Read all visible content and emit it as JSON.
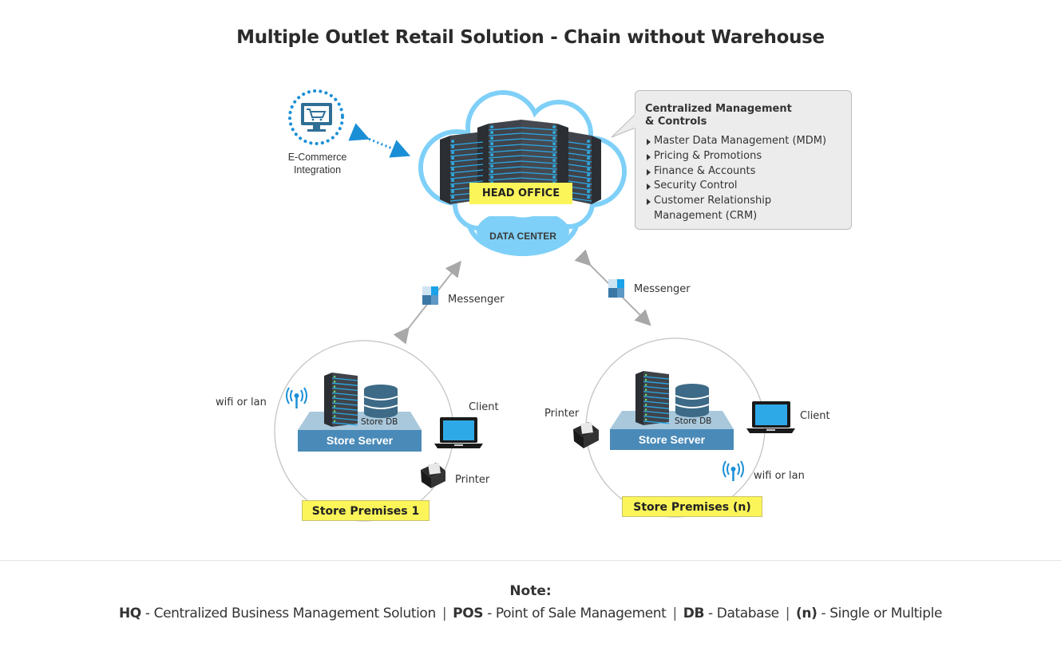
{
  "title": "Multiple Outlet Retail Solution - Chain without Warehouse",
  "ecommerce": {
    "label_line1": "E-Commerce",
    "label_line2": "Integration",
    "icon": "monitor-cart-icon"
  },
  "head_office": {
    "label": "HEAD OFFICE",
    "sublabel": "DATA CENTER"
  },
  "callout": {
    "heading_line1": "Centralized Management",
    "heading_line2": "& Controls",
    "items": [
      "Master Data Management (MDM)",
      "Pricing & Promotions",
      "Finance & Accounts",
      "Security Control",
      "Customer Relationship",
      "Management (CRM)"
    ]
  },
  "messengers": [
    {
      "label": "Messenger"
    },
    {
      "label": "Messenger"
    }
  ],
  "stores": [
    {
      "tag": "Store Premises 1",
      "server_label": "Store Server",
      "db_label": "Store DB",
      "network_label": "wifi or lan",
      "client_label": "Client",
      "printer_label": "Printer"
    },
    {
      "tag": "Store Premises (n)",
      "server_label": "Store Server",
      "db_label": "Store DB",
      "network_label": "wifi or lan",
      "client_label": "Client",
      "printer_label": "Printer"
    }
  ],
  "note": {
    "title": "Note:",
    "entries": [
      {
        "abbr": "HQ",
        "desc": " - Centralized Business Management Solution"
      },
      {
        "abbr": "POS",
        "desc": " - Point of Sale Management"
      },
      {
        "abbr": "DB",
        "desc": " - Database"
      },
      {
        "abbr": "(n)",
        "desc": " - Single or Multiple"
      }
    ],
    "separator": "|"
  },
  "colors": {
    "cloud": "#7fd0f8",
    "highlight_yellow": "#fbf55a",
    "store_base": "#4a8ab8",
    "store_base_top": "#a9c8dc",
    "accent_blue": "#1a8fd6",
    "server_dark": "#3b3f44"
  }
}
